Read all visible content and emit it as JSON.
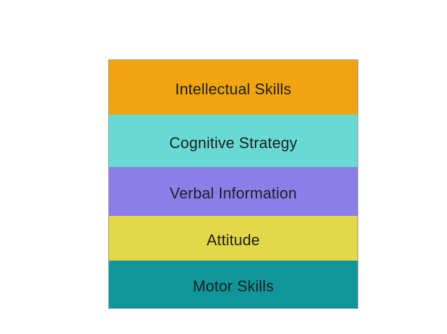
{
  "diagram": {
    "description": "Five stacked category bands",
    "text_color": "#1e1e1e",
    "border_color": "#9b9b9b",
    "background_color": "#ffffff",
    "bands": [
      {
        "label": "Intellectual Skills",
        "color": "#F0A40F",
        "height": 78
      },
      {
        "label": "Cognitive Strategy",
        "color": "#68DAD3",
        "height": 75
      },
      {
        "label": "Verbal Information",
        "color": "#8B7EE8",
        "height": 70
      },
      {
        "label": "Attitude",
        "color": "#E3D74A",
        "height": 64
      },
      {
        "label": "Motor Skills",
        "color": "#0F969A",
        "height": 68
      }
    ]
  }
}
